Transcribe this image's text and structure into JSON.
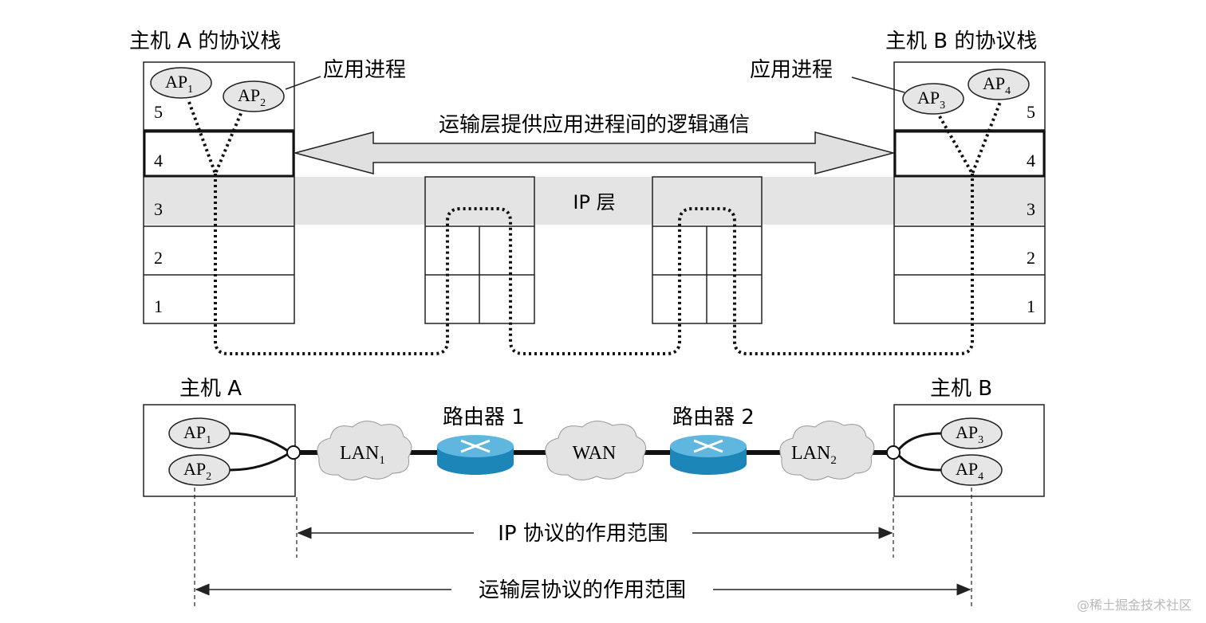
{
  "stack": {
    "hostA_title": "主机 A 的协议栈",
    "hostB_title": "主机 B 的协议栈",
    "app_process_label_left": "应用进程",
    "app_process_label_right": "应用进程",
    "layers": [
      "5",
      "4",
      "3",
      "2",
      "1"
    ],
    "transport_logical_comm": "运输层提供应用进程间的逻辑通信",
    "ip_layer": "IP 层",
    "processes_a": [
      {
        "base": "AP",
        "sub": "1"
      },
      {
        "base": "AP",
        "sub": "2"
      }
    ],
    "processes_b": [
      {
        "base": "AP",
        "sub": "3"
      },
      {
        "base": "AP",
        "sub": "4"
      }
    ]
  },
  "network": {
    "hostA_label": "主机 A",
    "hostB_label": "主机 B",
    "router1_label": "路由器 1",
    "router2_label": "路由器 2",
    "lan1": {
      "base": "LAN",
      "sub": "1"
    },
    "lan2": {
      "base": "LAN",
      "sub": "2"
    },
    "wan": "WAN",
    "processes_a": [
      {
        "base": "AP",
        "sub": "1"
      },
      {
        "base": "AP",
        "sub": "2"
      }
    ],
    "processes_b": [
      {
        "base": "AP",
        "sub": "3"
      },
      {
        "base": "AP",
        "sub": "4"
      }
    ]
  },
  "scope": {
    "ip_scope": "IP 协议的作用范围",
    "transport_scope": "运输层协议的作用范围"
  },
  "colors": {
    "ip_band": "#e4e4e4",
    "ap_fill": "#e6e6e6",
    "router_body": "#1c86b8",
    "router_top": "#5fb7e0",
    "cloud_fill": "#e3e3e3",
    "arrow_fill": "#e0e0e0"
  },
  "watermark": "@稀土掘金技术社区"
}
